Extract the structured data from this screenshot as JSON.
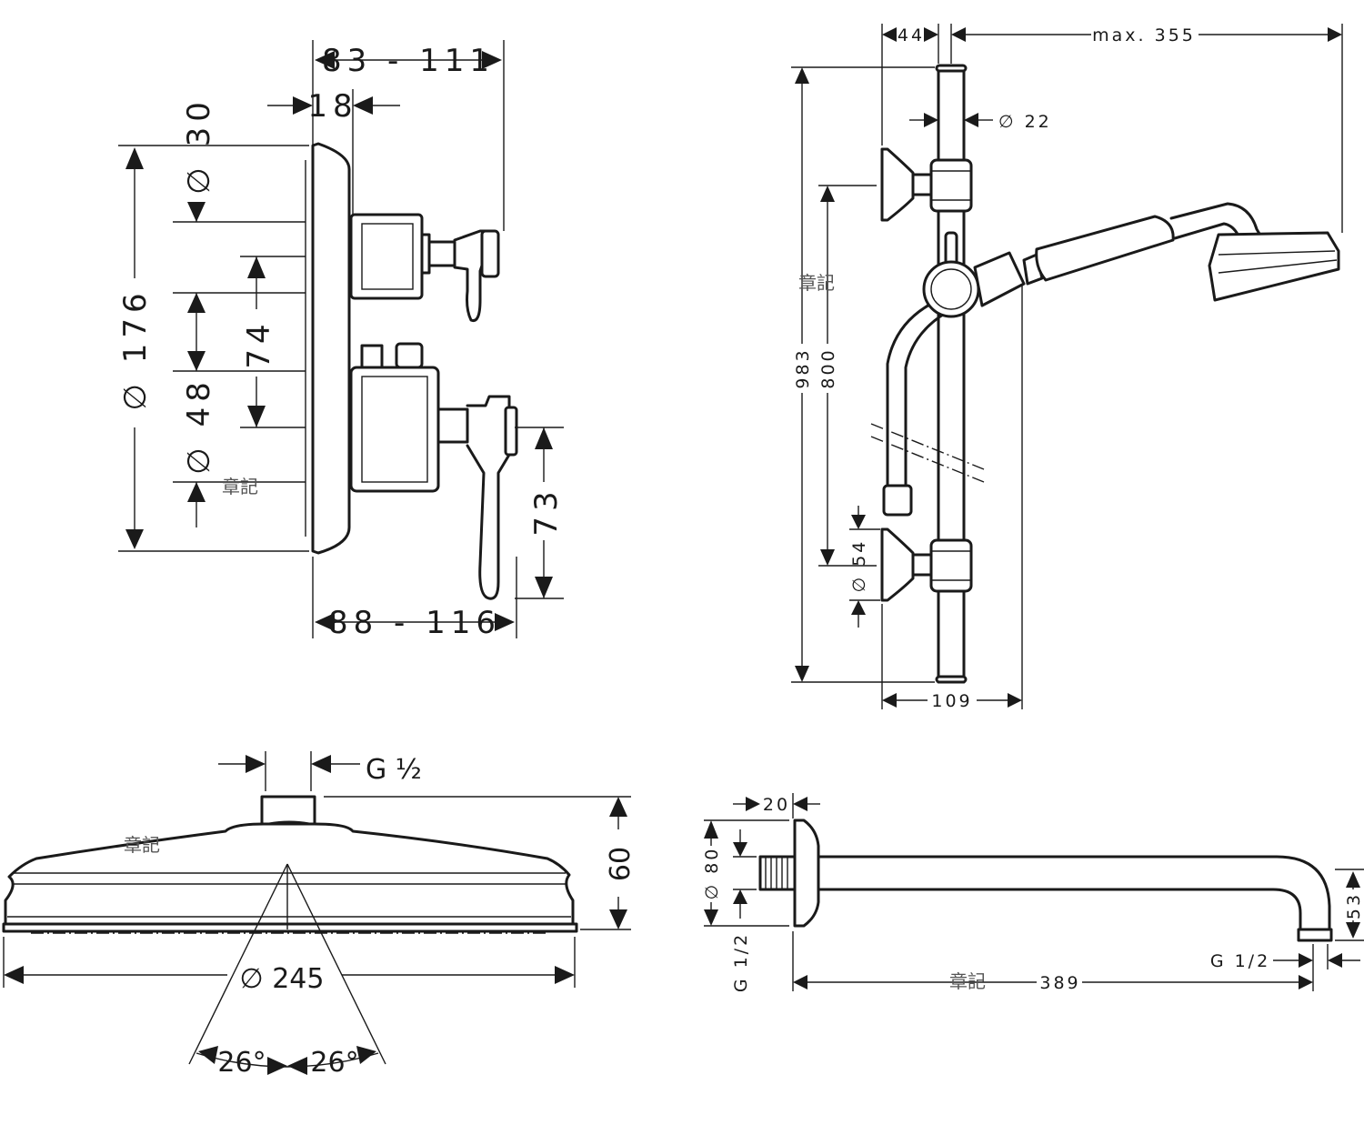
{
  "watermark": "章記",
  "mixer": {
    "depth_top": "83 - 111",
    "plate_offset": "18",
    "spout_dia": "∅ 30",
    "plate_dia": "∅ 176",
    "spacing": "74",
    "lower_dia": "∅ 48",
    "handle_drop": "73",
    "depth_bottom": "88 - 116"
  },
  "rail": {
    "wall_offset": "44",
    "reach": "max. 355",
    "bar_dia": "∅ 22",
    "height_total": "983",
    "height_fix": "800",
    "bracket_dia": "∅ 54",
    "projection": "109"
  },
  "head": {
    "thread": "G ½",
    "height": "60",
    "diameter": "∅ 245",
    "angle_left": "26°",
    "angle_right": "26°"
  },
  "arm": {
    "flange_depth": "20",
    "flange_dia": "∅ 80",
    "inlet_thread": "G 1/2",
    "outlet_thread": "G 1/2",
    "drop": "53",
    "length": "389"
  }
}
